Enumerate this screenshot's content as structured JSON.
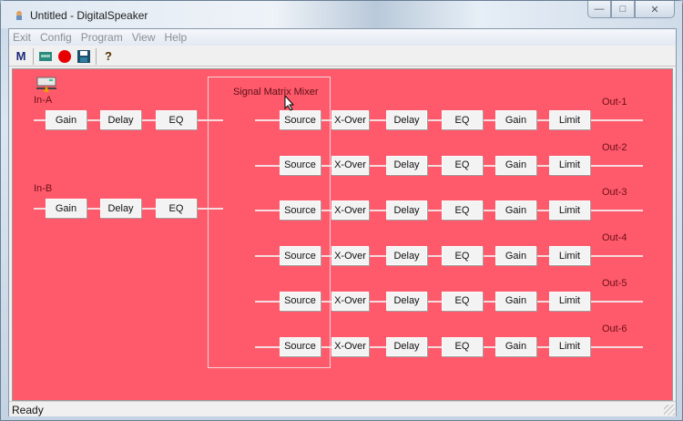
{
  "window": {
    "title": "Untitled - DigitalSpeaker",
    "controls": [
      "minimize",
      "maximize",
      "close"
    ]
  },
  "menu": [
    "Exit",
    "Config",
    "Program",
    "View",
    "Help"
  ],
  "toolbar": {
    "buttons": [
      {
        "name": "m-button",
        "icon": "M"
      },
      {
        "name": "device-button",
        "icon": "device-icon"
      },
      {
        "name": "record-button",
        "icon": "red-circle-icon"
      },
      {
        "name": "save-button",
        "icon": "disk-icon"
      },
      {
        "name": "help-button",
        "icon": "?"
      }
    ]
  },
  "colors": {
    "canvas_bg": "#fe5a6b",
    "block_bg": "#f3f3f3",
    "wire": "#f4dcdf",
    "label": "#6d0f17"
  },
  "inputs": [
    {
      "label": "In-A",
      "blocks": [
        "Gain",
        "Delay",
        "EQ"
      ]
    },
    {
      "label": "In-B",
      "blocks": [
        "Gain",
        "Delay",
        "EQ"
      ]
    }
  ],
  "mixer": {
    "title": "Signal Matrix Mixer"
  },
  "outputs": [
    {
      "label": "Out-1",
      "blocks": [
        "Source",
        "X-Over",
        "Delay",
        "EQ",
        "Gain",
        "Limit"
      ]
    },
    {
      "label": "Out-2",
      "blocks": [
        "Source",
        "X-Over",
        "Delay",
        "EQ",
        "Gain",
        "Limit"
      ]
    },
    {
      "label": "Out-3",
      "blocks": [
        "Source",
        "X-Over",
        "Delay",
        "EQ",
        "Gain",
        "Limit"
      ]
    },
    {
      "label": "Out-4",
      "blocks": [
        "Source",
        "X-Over",
        "Delay",
        "EQ",
        "Gain",
        "Limit"
      ]
    },
    {
      "label": "Out-5",
      "blocks": [
        "Source",
        "X-Over",
        "Delay",
        "EQ",
        "Gain",
        "Limit"
      ]
    },
    {
      "label": "Out-6",
      "blocks": [
        "Source",
        "X-Over",
        "Delay",
        "EQ",
        "Gain",
        "Limit"
      ]
    }
  ],
  "status": {
    "text": "Ready"
  }
}
